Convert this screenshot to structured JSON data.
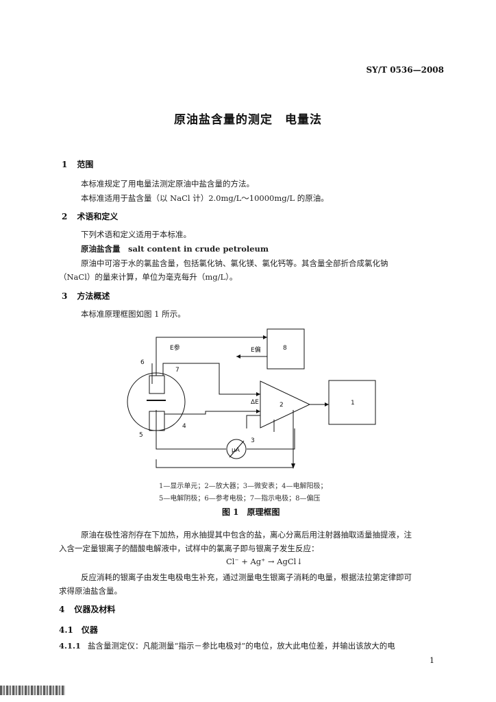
{
  "header": {
    "standard_number": "SY/T 0536—2008"
  },
  "title": "原油盐含量的测定　电量法",
  "sections": {
    "s1": {
      "number": "1",
      "heading": "范围",
      "p1": "本标准规定了用电量法测定原油中盐含量的方法。",
      "p2": "本标准适用于盐含量（以 NaCl 计）2.0mg/L～10000mg/L 的原油。"
    },
    "s2": {
      "number": "2",
      "heading": "术语和定义",
      "p1": "下列术语和定义适用于本标准。",
      "term": "原油盐含量　salt content in crude petroleum",
      "p2_line1": "原油中可溶于水的氯盐含量，包括氯化钠、氯化镁、氯化钙等。其含量全部折合成氯化钠",
      "p2_line2": "（NaCl）的量来计算，单位为毫克每升（mg/L）。"
    },
    "s3": {
      "number": "3",
      "heading": "方法概述",
      "p1": "本标准原理框图如图 1 所示。",
      "p2_line1": "原油在极性溶剂存在下加热，用水抽提其中包含的盐，离心分离后用注射器抽取适量抽提液，注",
      "p2_line2": "入含一定量银离子的醋酸电解液中，试样中的氯离子即与银离子发生反应：",
      "equation": "Cl⁻ + Ag⁺ → AgCl↓",
      "p3_line1": "反应消耗的银离子由发生电极电生补充，通过测量电生银离子消耗的电量，根据法拉第定律即可",
      "p3_line2": "求得原油盐含量。"
    },
    "s4": {
      "number": "4",
      "heading": "仪器及材料",
      "sub1_number": "4.1",
      "sub1_heading": "仪器",
      "sub11_number": "4.1.1",
      "sub11_text": "盐含量测定仪：凡能测量“指示－参比电极对”的电位，放大此电位差，并输出该放大的电"
    }
  },
  "figure": {
    "labels": {
      "n1": "1",
      "n2": "2",
      "n3": "3",
      "n4": "4",
      "n5": "5",
      "n6": "6",
      "n7": "7",
      "n8": "8",
      "e_ref": "E参",
      "e_bias": "E偏",
      "delta_e": "ΔE",
      "microammeter": "μA"
    },
    "caption_line1": "1—显示单元；2—放大器；3—微安表；4—电解阳极；",
    "caption_line2": "5—电解阴极；6—参考电极；7—指示电极；8—偏压",
    "title": "图 1　原理框图"
  },
  "page_number": "1"
}
